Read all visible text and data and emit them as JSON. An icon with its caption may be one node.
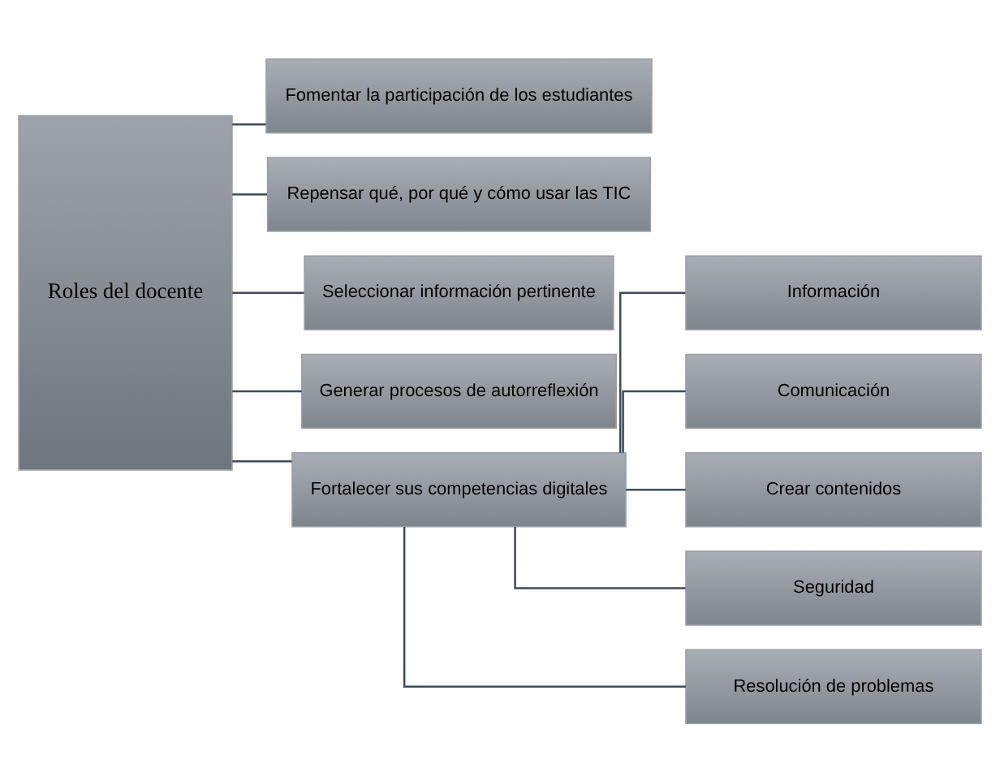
{
  "diagram": {
    "nodes": [
      {
        "text": [
          "Roles del docente"
        ]
      },
      {
        "text": [
          "Fomentar la participación de los estudiantes"
        ]
      },
      {
        "text": [
          "Repensar qué, por qué y cómo usar las TIC"
        ]
      },
      {
        "text": [
          "Seleccionar información pertinente"
        ]
      },
      {
        "text": [
          "Generar procesos de autorreflexión"
        ]
      },
      {
        "text": [
          "Fortalecer sus competencias digitales"
        ]
      },
      {
        "text": [
          "Información"
        ]
      },
      {
        "text": [
          "Comunicación"
        ]
      },
      {
        "text": [
          "Crear contenidos"
        ]
      },
      {
        "text": [
          "Seguridad"
        ]
      },
      {
        "text": [
          "Resolución de problemas"
        ]
      }
    ],
    "edges": [
      {
        "from": 0,
        "to": 1,
        "arrow": "none"
      },
      {
        "from": 0,
        "to": 2,
        "arrow": "none"
      },
      {
        "from": 0,
        "to": 3,
        "arrow": "none"
      },
      {
        "from": 0,
        "to": 4,
        "arrow": "none"
      },
      {
        "from": 0,
        "to": 5,
        "arrow": "none"
      },
      {
        "from": 5,
        "to": 6,
        "arrow": "none"
      },
      {
        "from": 5,
        "to": 7,
        "arrow": "none"
      },
      {
        "from": 5,
        "to": 8,
        "arrow": "none"
      },
      {
        "from": 5,
        "to": 9,
        "arrow": "none"
      },
      {
        "from": 5,
        "to": 10,
        "arrow": "none"
      }
    ]
  }
}
